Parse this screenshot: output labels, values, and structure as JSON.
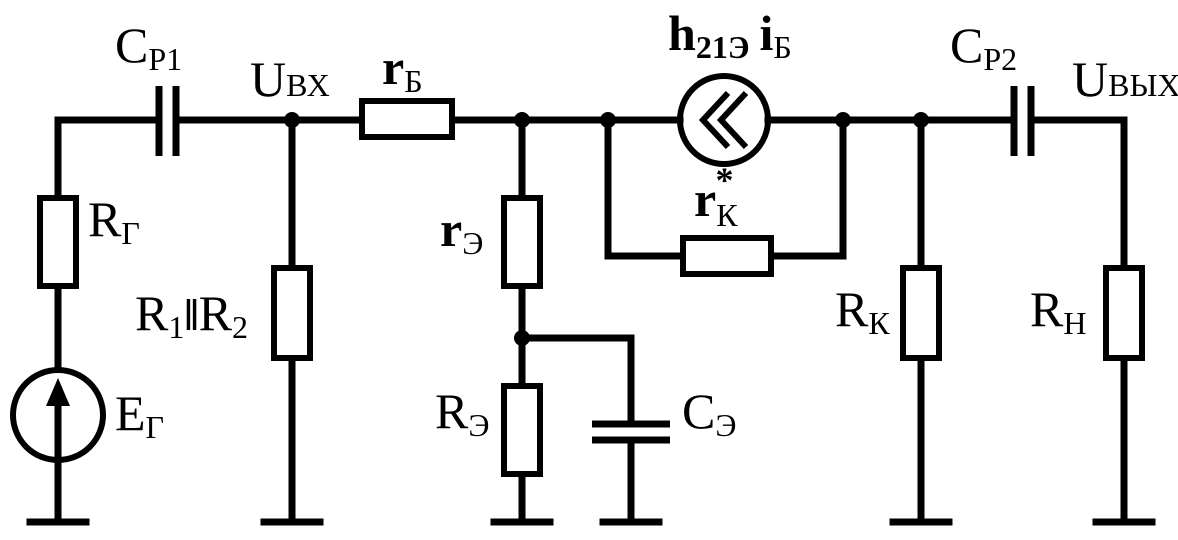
{
  "labels": {
    "cp1": {
      "main": "C",
      "sub": "P1"
    },
    "uin": {
      "main": "U",
      "sub": "ВХ"
    },
    "rb": {
      "main": "r",
      "sub": "Б"
    },
    "h21": {
      "main": "h",
      "sub": "21Э",
      "tail": "i",
      "tail_sub": "Б"
    },
    "cp2": {
      "main": "C",
      "sub": "P2"
    },
    "uout": {
      "main": "U",
      "sub": "ВЫХ"
    },
    "rg": {
      "main": "R",
      "sub": "Г"
    },
    "r12": {
      "main1": "R",
      "sub1": "1",
      "sep": "‖",
      "main2": "R",
      "sub2": "2"
    },
    "re_small": {
      "main": "r",
      "sub": "Э"
    },
    "rk_star": {
      "main": "r",
      "sub": "К",
      "sup": "*"
    },
    "rk": {
      "main": "R",
      "sub": "К"
    },
    "rn": {
      "main": "R",
      "sub": "Н"
    },
    "eg": {
      "main": "E",
      "sub": "Г"
    },
    "re_big": {
      "main": "R",
      "sub": "Э"
    },
    "ce": {
      "main": "C",
      "sub": "Э"
    }
  }
}
